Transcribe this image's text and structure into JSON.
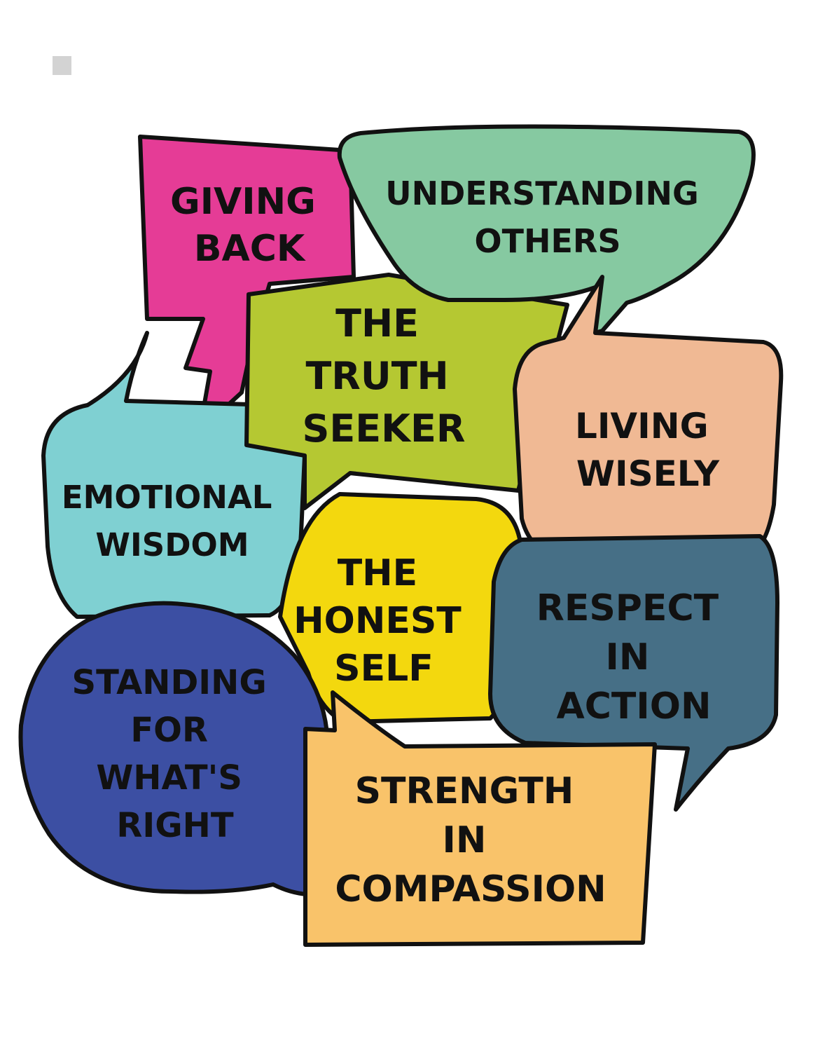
{
  "bubbles": [
    {
      "id": "giving-back",
      "lines": [
        "GIVING",
        "BACK"
      ],
      "color": "#e53c96"
    },
    {
      "id": "understanding-others",
      "lines": [
        "UNDERSTANDING",
        "OTHERS"
      ],
      "color": "#86c9a1"
    },
    {
      "id": "truth-seeker",
      "lines": [
        "THE",
        "TRUTH",
        "SEEKER"
      ],
      "color": "#b5c832"
    },
    {
      "id": "emotional-wisdom",
      "lines": [
        "EMOTIONAL",
        "WISDOM"
      ],
      "color": "#7fd0d2"
    },
    {
      "id": "living-wisely",
      "lines": [
        "LIVING",
        "WISELY"
      ],
      "color": "#f0b994"
    },
    {
      "id": "honest-self",
      "lines": [
        "THE",
        "HONEST",
        "SELF"
      ],
      "color": "#f3d80e"
    },
    {
      "id": "respect-in-action",
      "lines": [
        "RESPECT",
        "IN",
        "ACTION"
      ],
      "color": "#466f86"
    },
    {
      "id": "standing-for-whats-right",
      "lines": [
        "STANDING",
        "FOR",
        "WHAT'S",
        "RIGHT"
      ],
      "color": "#3c4fa3"
    },
    {
      "id": "strength-in-compassion",
      "lines": [
        "STRENGTH",
        "IN",
        "COMPASSION"
      ],
      "color": "#f9c36a"
    }
  ]
}
